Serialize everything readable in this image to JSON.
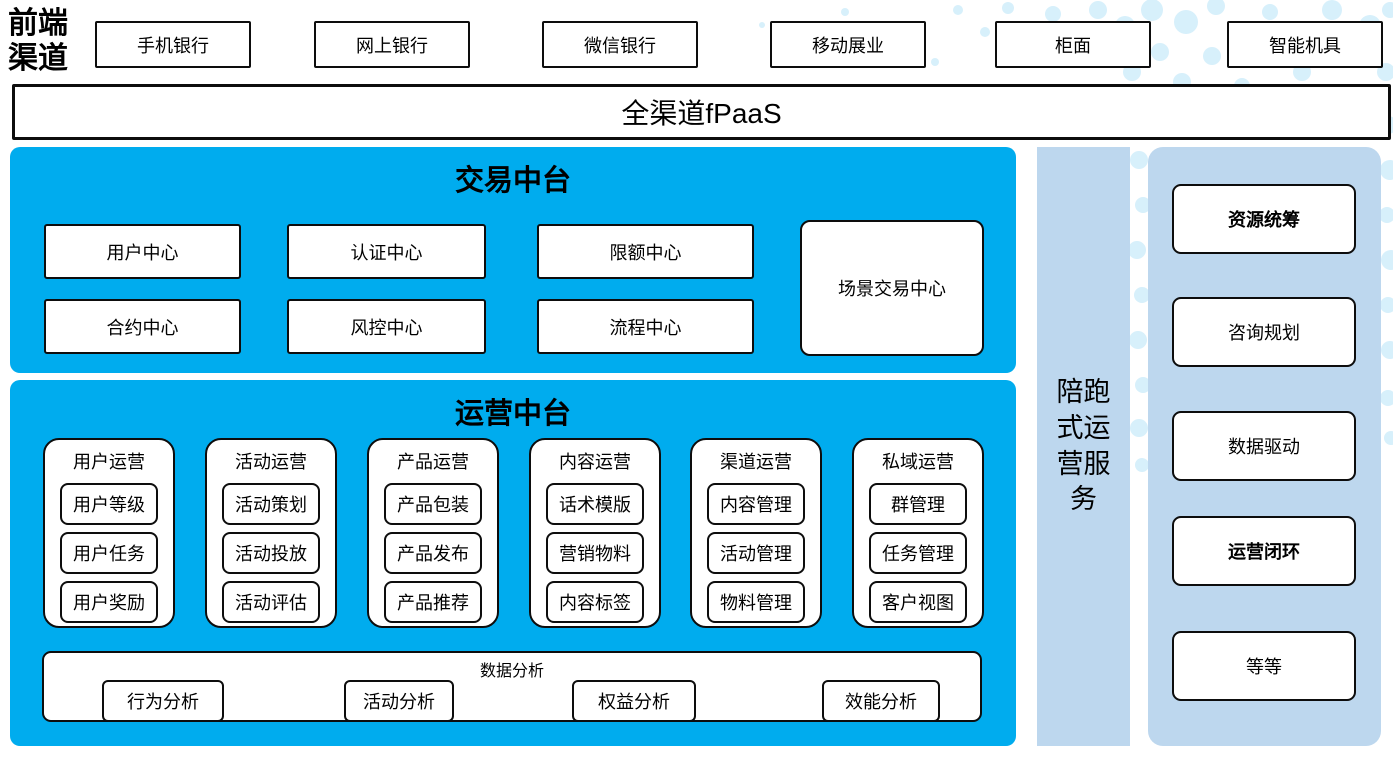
{
  "colors": {
    "primary_blue": "#00ACEE",
    "light_blue": "#BDD7EE",
    "dot_blue": "#D7F0FB",
    "border": "#0D0D0D"
  },
  "front_channels": {
    "label": "前端渠道",
    "items": [
      "手机银行",
      "网上银行",
      "微信银行",
      "移动展业",
      "柜面",
      "智能机具"
    ]
  },
  "fpaas": {
    "label": "全渠道fPaaS"
  },
  "trade": {
    "title": "交易中台",
    "row1": [
      "用户中心",
      "认证中心",
      "限额中心"
    ],
    "row2": [
      "合约中心",
      "风控中心",
      "流程中心"
    ],
    "scene_center": "场景交易中心"
  },
  "ops": {
    "title": "运营中台",
    "groups": [
      {
        "title": "用户运营",
        "items": [
          "用户等级",
          "用户任务",
          "用户奖励"
        ]
      },
      {
        "title": "活动运营",
        "items": [
          "活动策划",
          "活动投放",
          "活动评估"
        ]
      },
      {
        "title": "产品运营",
        "items": [
          "产品包装",
          "产品发布",
          "产品推荐"
        ]
      },
      {
        "title": "内容运营",
        "items": [
          "话术模版",
          "营销物料",
          "内容标签"
        ]
      },
      {
        "title": "渠道运营",
        "items": [
          "内容管理",
          "活动管理",
          "物料管理"
        ]
      },
      {
        "title": "私域运营",
        "items": [
          "群管理",
          "任务管理",
          "客户视图"
        ]
      }
    ],
    "analytics": {
      "title": "数据分析",
      "items": [
        "行为分析",
        "活动分析",
        "权益分析",
        "效能分析"
      ]
    }
  },
  "companion_bar": {
    "label": "陪跑式运营服务"
  },
  "right_panel": {
    "items": [
      "资源统筹",
      "咨询规划",
      "数据驱动",
      "运营闭环",
      "等等"
    ]
  }
}
